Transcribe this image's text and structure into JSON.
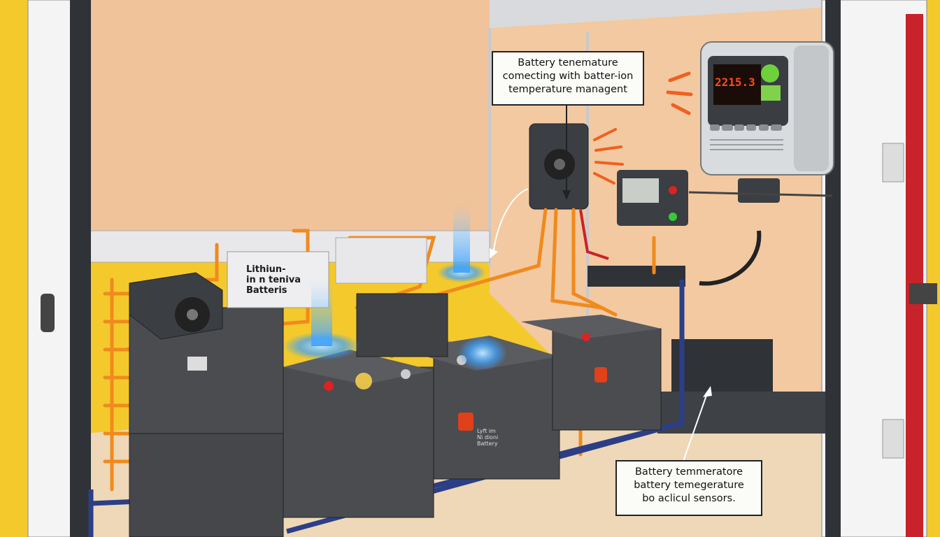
{
  "callouts": {
    "top": {
      "lines": [
        "Battery tenemature",
        "comecting with batter-ion",
        "temperature managent"
      ]
    },
    "bottom": {
      "lines": [
        "Battery temmeratore",
        "battery temegerature",
        "bo aclicul sensors."
      ]
    }
  },
  "battery_box_label": {
    "lines": [
      "Lithiun-",
      "in n teniva",
      "Batteris"
    ]
  },
  "battery_side_label": {
    "lines": [
      "Lyft im",
      "Ni dioni",
      "Battery"
    ]
  },
  "controller_display": {
    "reading": "2215.3"
  },
  "colors": {
    "border_yellow": "#f4c92c",
    "wall": "#f0c39a",
    "battery": "#4a4c50",
    "wire": "#f08a1e",
    "cooling_blue": "#3aa0ff",
    "frame_blue": "#2c3f86"
  }
}
